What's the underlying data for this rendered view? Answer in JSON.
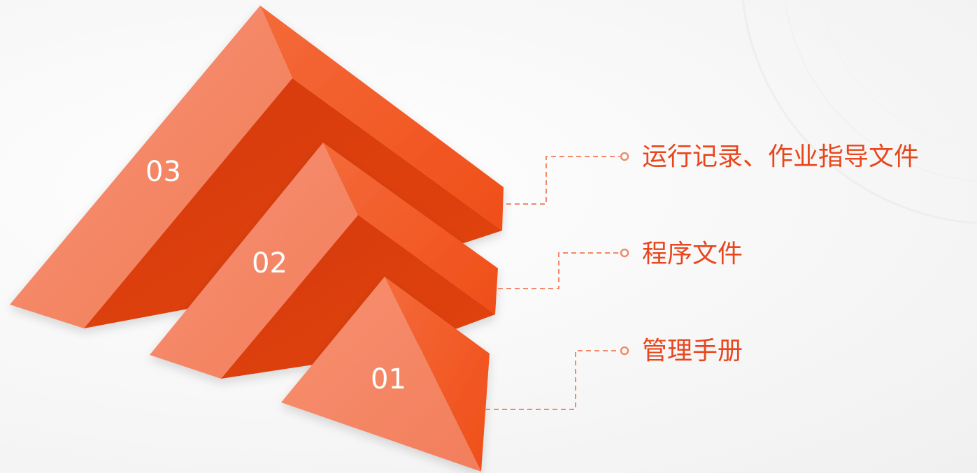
{
  "colors": {
    "accent": "#e8471d",
    "face_light": "#f48866",
    "face_dark": "#d8380a",
    "face_mid": "#f5602c",
    "connector": "#f08a68"
  },
  "levels": [
    {
      "number": "01",
      "label": "管理手册"
    },
    {
      "number": "02",
      "label": "程序文件"
    },
    {
      "number": "03",
      "label": "运行记录、作业指导文件"
    }
  ]
}
